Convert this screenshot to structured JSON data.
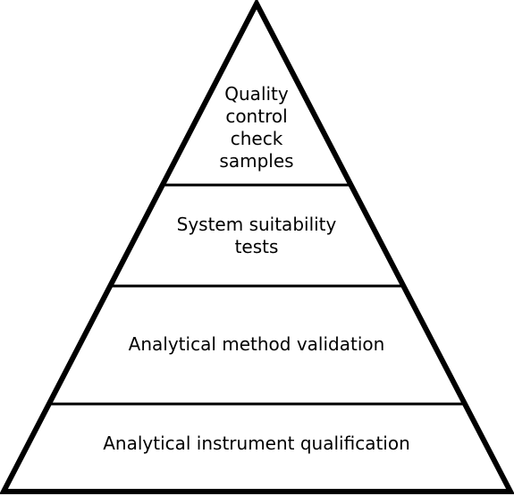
{
  "pyramid": {
    "stroke_color": "#000000",
    "fill_color": "#ffffff",
    "tiers": [
      {
        "lines": [
          "Quality",
          "control",
          "check",
          "samples"
        ]
      },
      {
        "lines": [
          "System suitability",
          "tests"
        ]
      },
      {
        "lines": [
          "Analytical method validation"
        ]
      },
      {
        "lines": [
          "Analytical instrument qualification"
        ]
      }
    ]
  }
}
